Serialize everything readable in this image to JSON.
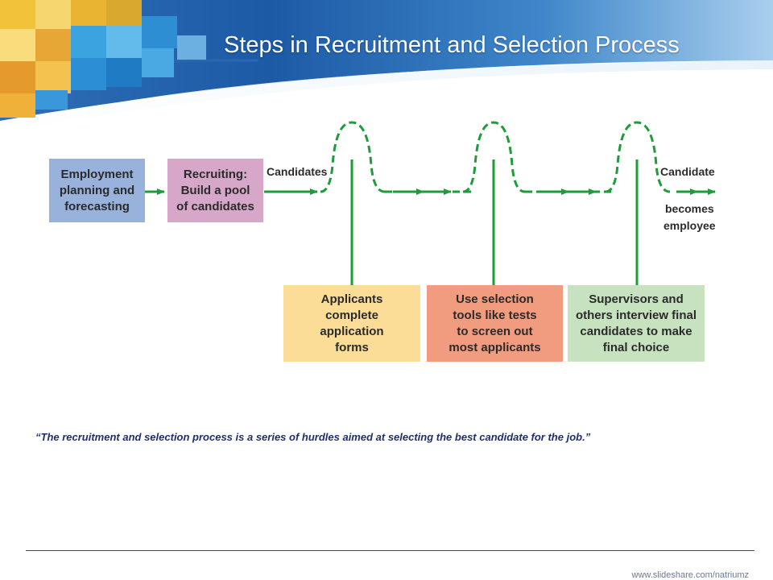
{
  "slide": {
    "title": "Steps in Recruitment and Selection Process",
    "quote": "“The recruitment and selection process is a series of hurdles aimed at selecting the best candidate for the job.”",
    "footer_url": "www.slideshare.com/natriumz"
  },
  "diagram": {
    "boxes": {
      "planning": "Employment\nplanning and\nforecasting",
      "recruiting": "Recruiting:\nBuild a pool\nof candidates",
      "applicants": "Applicants\ncomplete\napplication\nforms",
      "selection": "Use selection\ntools like tests\nto screen out\nmost applicants",
      "interview": "Supervisors and\nothers interview final\ncandidates to make\nfinal choice"
    },
    "labels": {
      "candidates": "Candidates",
      "candidate": "Candidate",
      "becomes": "becomes",
      "employee": "employee"
    }
  },
  "colors": {
    "flow_green": "#1e9c3c",
    "header_blue": "#1f5fa8",
    "planning_box": "#98b2dc",
    "recruiting_box": "#d7a7c9",
    "applicants_box": "#fbdd98",
    "selection_box": "#f19b7f",
    "interview_box": "#c6e2bf",
    "quote_text": "#1f2f6b"
  }
}
